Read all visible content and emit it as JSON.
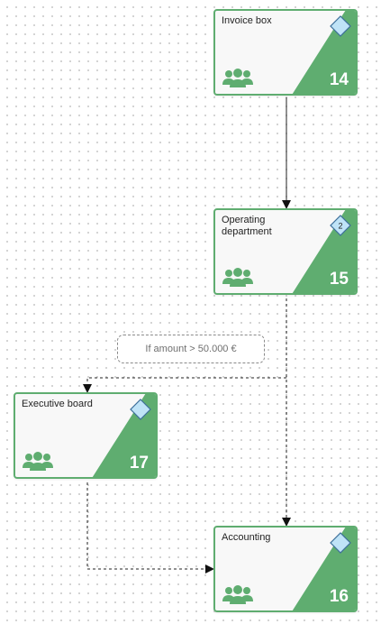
{
  "nodes": [
    {
      "id": "invoice-box",
      "title": "Invoice box",
      "number": "14",
      "badge": ""
    },
    {
      "id": "operating-department",
      "title": "Operating department",
      "number": "15",
      "badge": "2"
    },
    {
      "id": "executive-board",
      "title": "Executive board",
      "number": "17",
      "badge": ""
    },
    {
      "id": "accounting",
      "title": "Accounting",
      "number": "16",
      "badge": ""
    }
  ],
  "condition": {
    "label": "If amount > 50.000 €"
  },
  "colors": {
    "node_border": "#5fad70",
    "node_wedge": "#5fad70",
    "node_fill": "#f8f8f8",
    "diamond_fill": "#bfe3f7",
    "diamond_stroke": "#3d6f9a",
    "connector": "#222222"
  },
  "icons": {
    "role": "people-group-icon",
    "gateway": "diamond-icon"
  }
}
